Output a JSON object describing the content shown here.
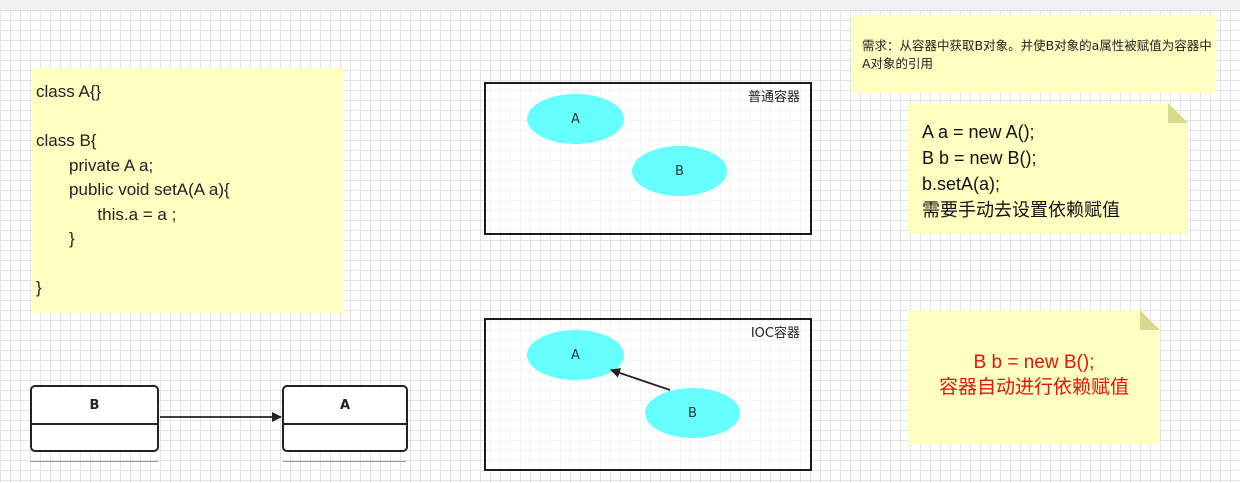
{
  "code_note": {
    "lines": [
      "class A{}",
      "",
      "class B{",
      "       private A a;",
      "       public void setA(A a){",
      "             this.a = a ;",
      "       }",
      "",
      "}"
    ]
  },
  "requirement_note": {
    "text": "需求：从容器中获取B对象。并使B对象的a属性被赋值为容器中A对象的引用"
  },
  "normal_container": {
    "label": "普通容器",
    "bean_a": "A",
    "bean_b": "B"
  },
  "ioc_container": {
    "label": "IOC容器",
    "bean_a": "A",
    "bean_b": "B"
  },
  "manual_note": {
    "lines": [
      "A a = new A();",
      "B b = new B();",
      "b.setA(a);",
      "需要手动去设置依赖赋值"
    ]
  },
  "ioc_note": {
    "lines": [
      "B b = new B();",
      "容器自动进行依赖赋值"
    ]
  },
  "uml": {
    "class_b": "B",
    "class_a": "A"
  },
  "colors": {
    "note_fill": "#ffffc2",
    "fold_fill": "#d9d98c",
    "bean_fill": "#66ffff",
    "ioc_text": "#e8120c"
  }
}
